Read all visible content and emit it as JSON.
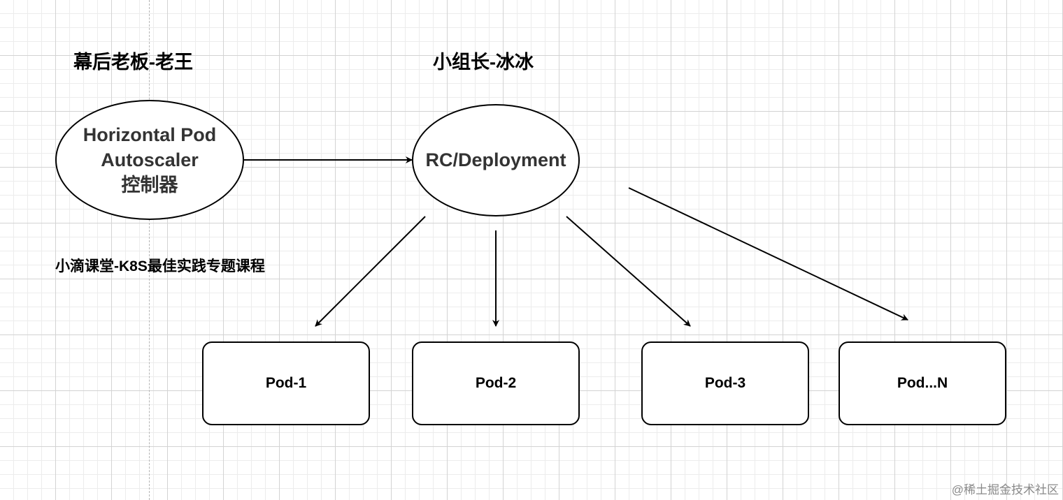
{
  "labels": {
    "boss": "幕后老板-老王",
    "leader": "小组长-冰冰",
    "course": "小滴课堂-K8S最佳实践专题课程"
  },
  "nodes": {
    "hpa": {
      "line1": "Horizontal Pod",
      "line2": "Autoscaler",
      "line3": "控制器"
    },
    "deployment": "RC/Deployment"
  },
  "pods": [
    "Pod-1",
    "Pod-2",
    "Pod-3",
    "Pod...N"
  ],
  "watermark": "@稀土掘金技术社区",
  "colors": {
    "stroke": "#000000",
    "node_text": "#333333",
    "grid": "#d3d3d3"
  }
}
